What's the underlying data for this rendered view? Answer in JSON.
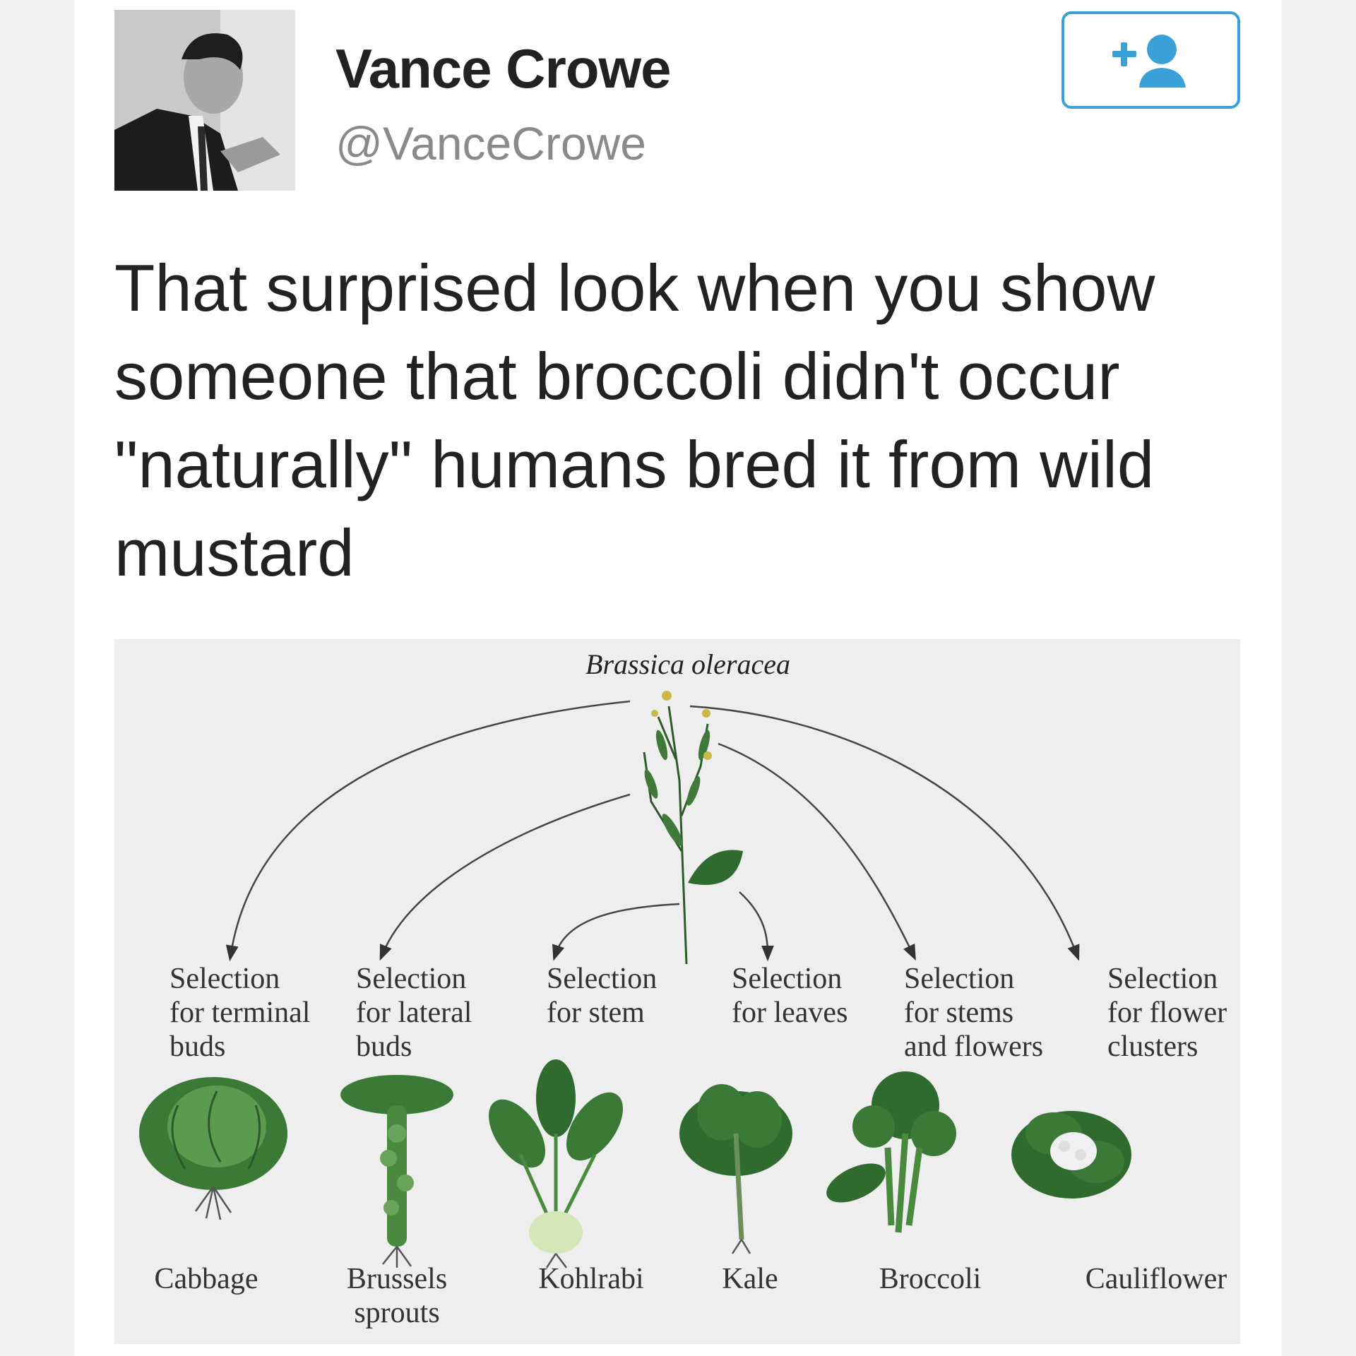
{
  "tweet": {
    "display_name": "Vance Crowe",
    "handle": "@VanceCrowe",
    "text": "That surprised look when you show someone that broccoli didn't occur \"naturally\" humans bred it from wild mustard",
    "follow_button_icon": "add-user-icon"
  },
  "figure": {
    "species_label": "Brassica oleracea",
    "selections": [
      {
        "text": "Selection\nfor terminal\nbuds"
      },
      {
        "text": "Selection\nfor lateral\nbuds"
      },
      {
        "text": "Selection\nfor stem"
      },
      {
        "text": "Selection\nfor leaves"
      },
      {
        "text": "Selection\nfor stems\nand flowers"
      },
      {
        "text": "Selection\nfor flower\nclusters"
      }
    ],
    "vegetables": [
      {
        "name": "Cabbage"
      },
      {
        "name": "Brussels\nsprouts"
      },
      {
        "name": "Kohlrabi"
      },
      {
        "name": "Kale"
      },
      {
        "name": "Broccoli"
      },
      {
        "name": "Cauliflower"
      }
    ]
  },
  "colors": {
    "accent": "#3aa0d8",
    "text": "#222222",
    "muted": "#8a8a8a",
    "plant_green": "#2e6b2e"
  }
}
